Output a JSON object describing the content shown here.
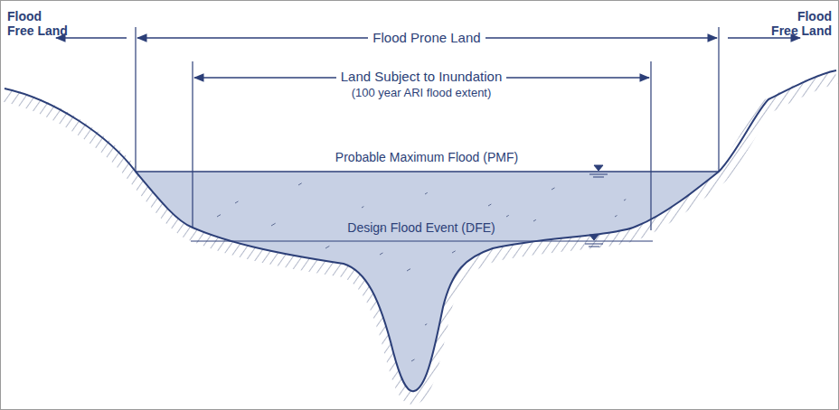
{
  "diagram": {
    "labels": [
      "Flood Free Land",
      "Flood Prone Land",
      "Flood Free Land",
      "Land Subject to Inundation",
      "(100 year ARI flood extent)",
      "Probable Maximum Flood (PMF)",
      "Design Flood Event (DFE)"
    ]
  }
}
